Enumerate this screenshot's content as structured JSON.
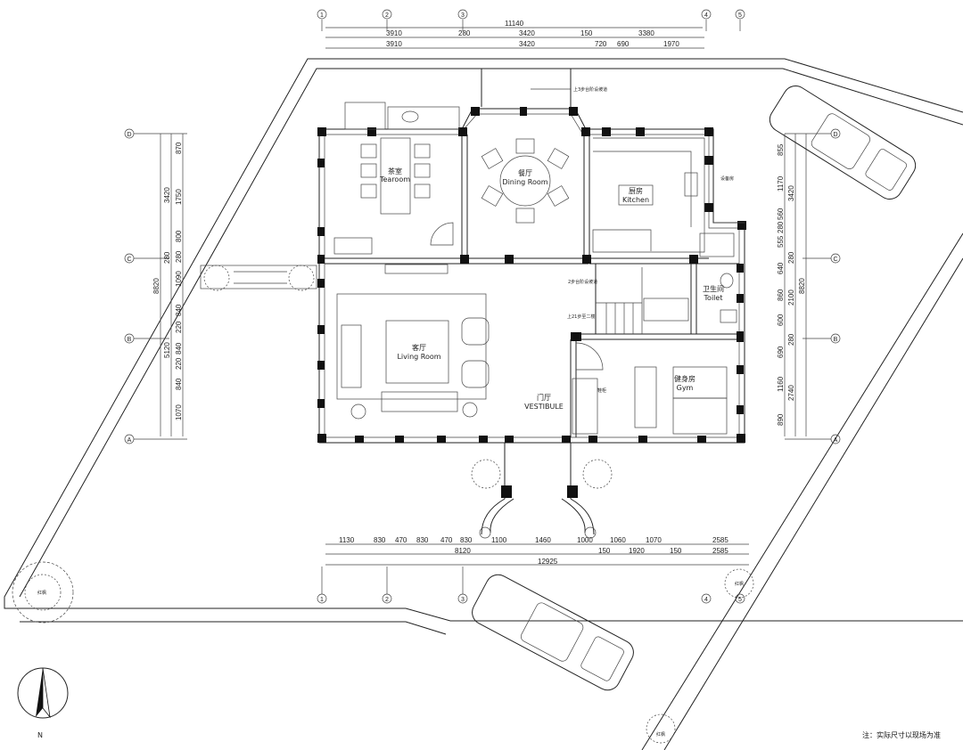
{
  "axes": {
    "columns": [
      "1",
      "2",
      "3",
      "4",
      "5"
    ],
    "rows": [
      "D",
      "C",
      "B",
      "A"
    ]
  },
  "dimensions": {
    "top": {
      "total": "11140",
      "row1": [
        "3910",
        "280",
        "3420",
        "150",
        "3380"
      ],
      "row2": [
        "3910",
        "3420",
        "720",
        "690",
        "1970"
      ]
    },
    "left": {
      "total": "8820",
      "mid": [
        "3420",
        "280",
        "5120"
      ],
      "detail": [
        "870",
        "1750",
        "800",
        "280",
        "1090",
        "840",
        "220",
        "840",
        "220",
        "840",
        "1070"
      ]
    },
    "right": {
      "total": "8820",
      "mid": [
        "3420",
        "280",
        "2100",
        "280",
        "2740"
      ],
      "detail": [
        "855",
        "1170",
        "560",
        "280",
        "555",
        "640",
        "860",
        "600",
        "690",
        "1160",
        "890"
      ]
    },
    "bottom": {
      "total": "12925",
      "row1": [
        "1130",
        "830",
        "470",
        "830",
        "470",
        "830",
        "1100",
        "1460",
        "1000",
        "1060",
        "1070",
        "2585"
      ],
      "row2": [
        "8120",
        "150",
        "1920",
        "150",
        "2585"
      ]
    }
  },
  "rooms": {
    "tearoom": {
      "cn": "茶室",
      "en": "Tearoom"
    },
    "dining": {
      "cn": "餐厅",
      "en": "Dining Room"
    },
    "kitchen": {
      "cn": "厨房",
      "en": "Kitchen"
    },
    "equipment": {
      "cn": "设备房"
    },
    "toilet": {
      "cn": "卫生间",
      "en": "Toilet"
    },
    "living": {
      "cn": "客厅",
      "en": "Living Room"
    },
    "vestibule": {
      "cn": "门厅",
      "en": "VESTIBULE"
    },
    "gym": {
      "cn": "健身房",
      "en": "Gym"
    },
    "shoe_cabinet": "鞋柜"
  },
  "annotations": {
    "steps_top": "上3步台阶设坡道",
    "steps_mid": "2步台阶设坡道",
    "stairs_up": "上21步至二楼",
    "tree": "红枫",
    "north": "N",
    "note": "注：实际尺寸以现场为准"
  }
}
